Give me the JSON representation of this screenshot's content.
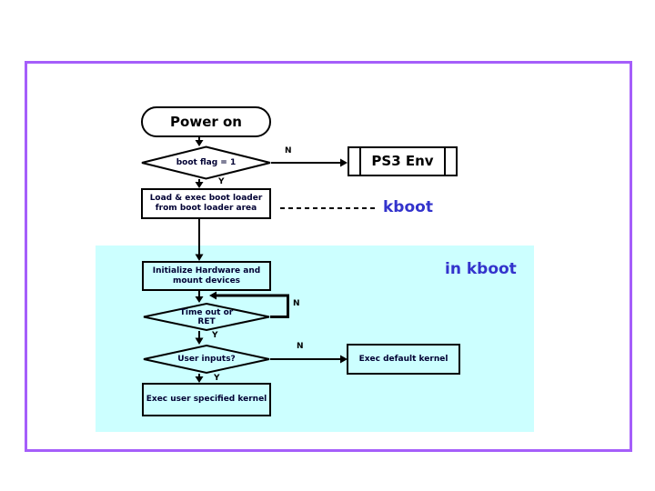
{
  "colors": {
    "frame_border": "#a55efa",
    "kboot_region_bg": "#ccffff",
    "accent_text_blue": "#3333cc",
    "shape_stroke": "#000000",
    "node_text": "#000033"
  },
  "labels": {
    "kboot": "kboot",
    "in_kboot": "in kboot"
  },
  "nodes": {
    "power_on": "Power on",
    "boot_flag": "boot flag = 1",
    "load_boot_loader": "Load & exec boot loader\nfrom boot loader area",
    "ps3_env": "PS3 Env",
    "init_hardware": "Initialize Hardware and\nmount devices",
    "timeout": "Time out or\nRET",
    "user_inputs": "User inputs?",
    "exec_user_kernel": "Exec user specified kernel",
    "exec_default_kernel": "Exec default kernel"
  },
  "edges": {
    "boot_flag_no": "N",
    "boot_flag_yes": "Y",
    "timeout_no": "N",
    "timeout_yes": "Y",
    "user_inputs_no": "N",
    "user_inputs_yes": "Y"
  }
}
